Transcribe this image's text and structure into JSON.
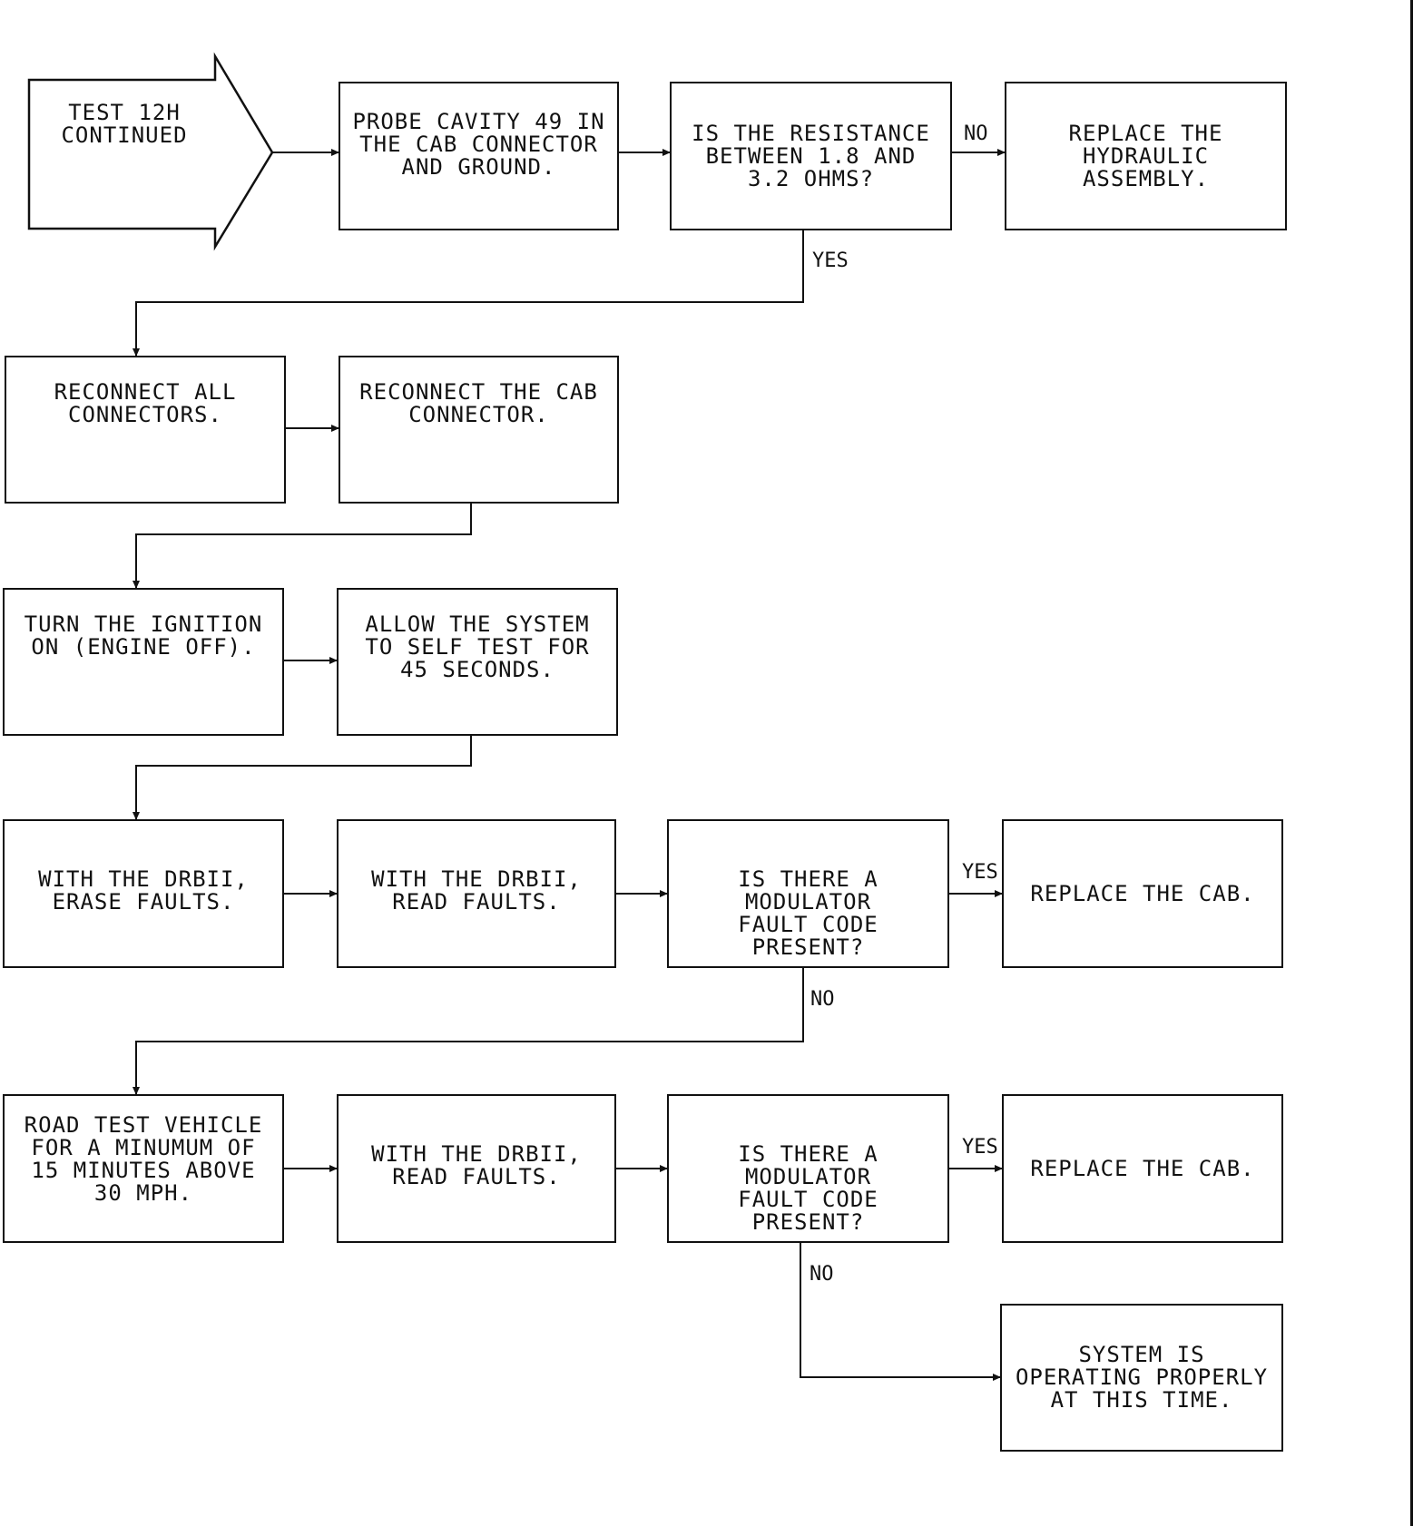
{
  "flowchart": {
    "start": {
      "text": "TEST 12H\nCONTINUED"
    },
    "steps": {
      "probe": "PROBE CAVITY 49 IN\nTHE CAB CONNECTOR\nAND GROUND.",
      "resistance_question": "IS THE RESISTANCE\nBETWEEN 1.8 AND\n3.2 OHMS?",
      "replace_hydraulic": "REPLACE THE\nHYDRAULIC\nASSEMBLY.",
      "reconnect_all": "RECONNECT ALL\nCONNECTORS.",
      "reconnect_cab": "RECONNECT THE CAB\nCONNECTOR.",
      "ignition_on": "TURN THE IGNITION\nON (ENGINE OFF).",
      "self_test": "ALLOW THE SYSTEM\nTO SELF TEST FOR\n45 SECONDS.",
      "erase_faults": "WITH THE DRBII,\nERASE FAULTS.",
      "read_faults_1": "WITH THE DRBII,\nREAD FAULTS.",
      "modulator_question_1": "IS THERE A MODULATOR\nFAULT CODE PRESENT?",
      "replace_cab_1": "REPLACE THE CAB.",
      "road_test": "ROAD TEST VEHICLE\nFOR A MINUMUM OF\n15 MINUTES ABOVE\n30 MPH.",
      "read_faults_2": "WITH THE DRBII,\nREAD FAULTS.",
      "modulator_question_2": "IS THERE A MODULATOR\nFAULT CODE PRESENT?",
      "replace_cab_2": "REPLACE THE CAB.",
      "system_ok": "SYSTEM IS\nOPERATING PROPERLY\nAT THIS TIME."
    },
    "labels": {
      "no_1": "NO",
      "yes_1": "YES",
      "yes_2": "YES",
      "no_2": "NO",
      "yes_3": "YES",
      "no_3": "NO"
    }
  }
}
